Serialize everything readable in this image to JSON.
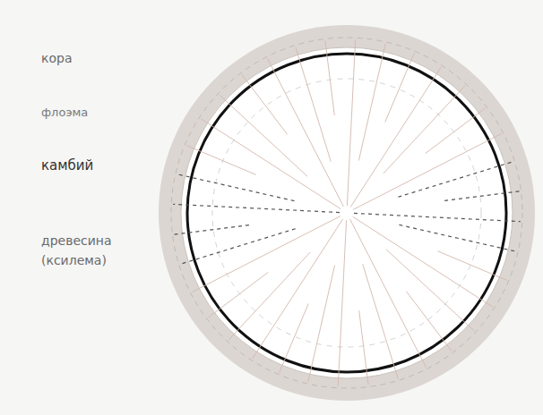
{
  "diagram": {
    "labels": [
      "кора",
      "флоэма",
      "камбий",
      "древесина (ксилема)"
    ]
  }
}
